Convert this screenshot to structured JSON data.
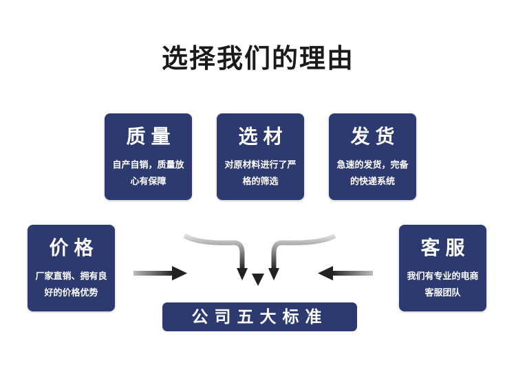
{
  "title": "选择我们的理由",
  "cards": [
    {
      "heading": "质量",
      "desc": "自产自销，质量放心有保障"
    },
    {
      "heading": "选材",
      "desc": "对原材料进行了严格的筛选"
    },
    {
      "heading": "发货",
      "desc": "急速的发货，完备的快递系统"
    },
    {
      "heading": "价格",
      "desc": "厂家直销、拥有良好的价格优势"
    },
    {
      "heading": "客服",
      "desc": "我们有专业的电商客服团队"
    }
  ],
  "center_label": "公司五大标准",
  "colors": {
    "card": "#2d3a70",
    "arrow": "#222222"
  }
}
